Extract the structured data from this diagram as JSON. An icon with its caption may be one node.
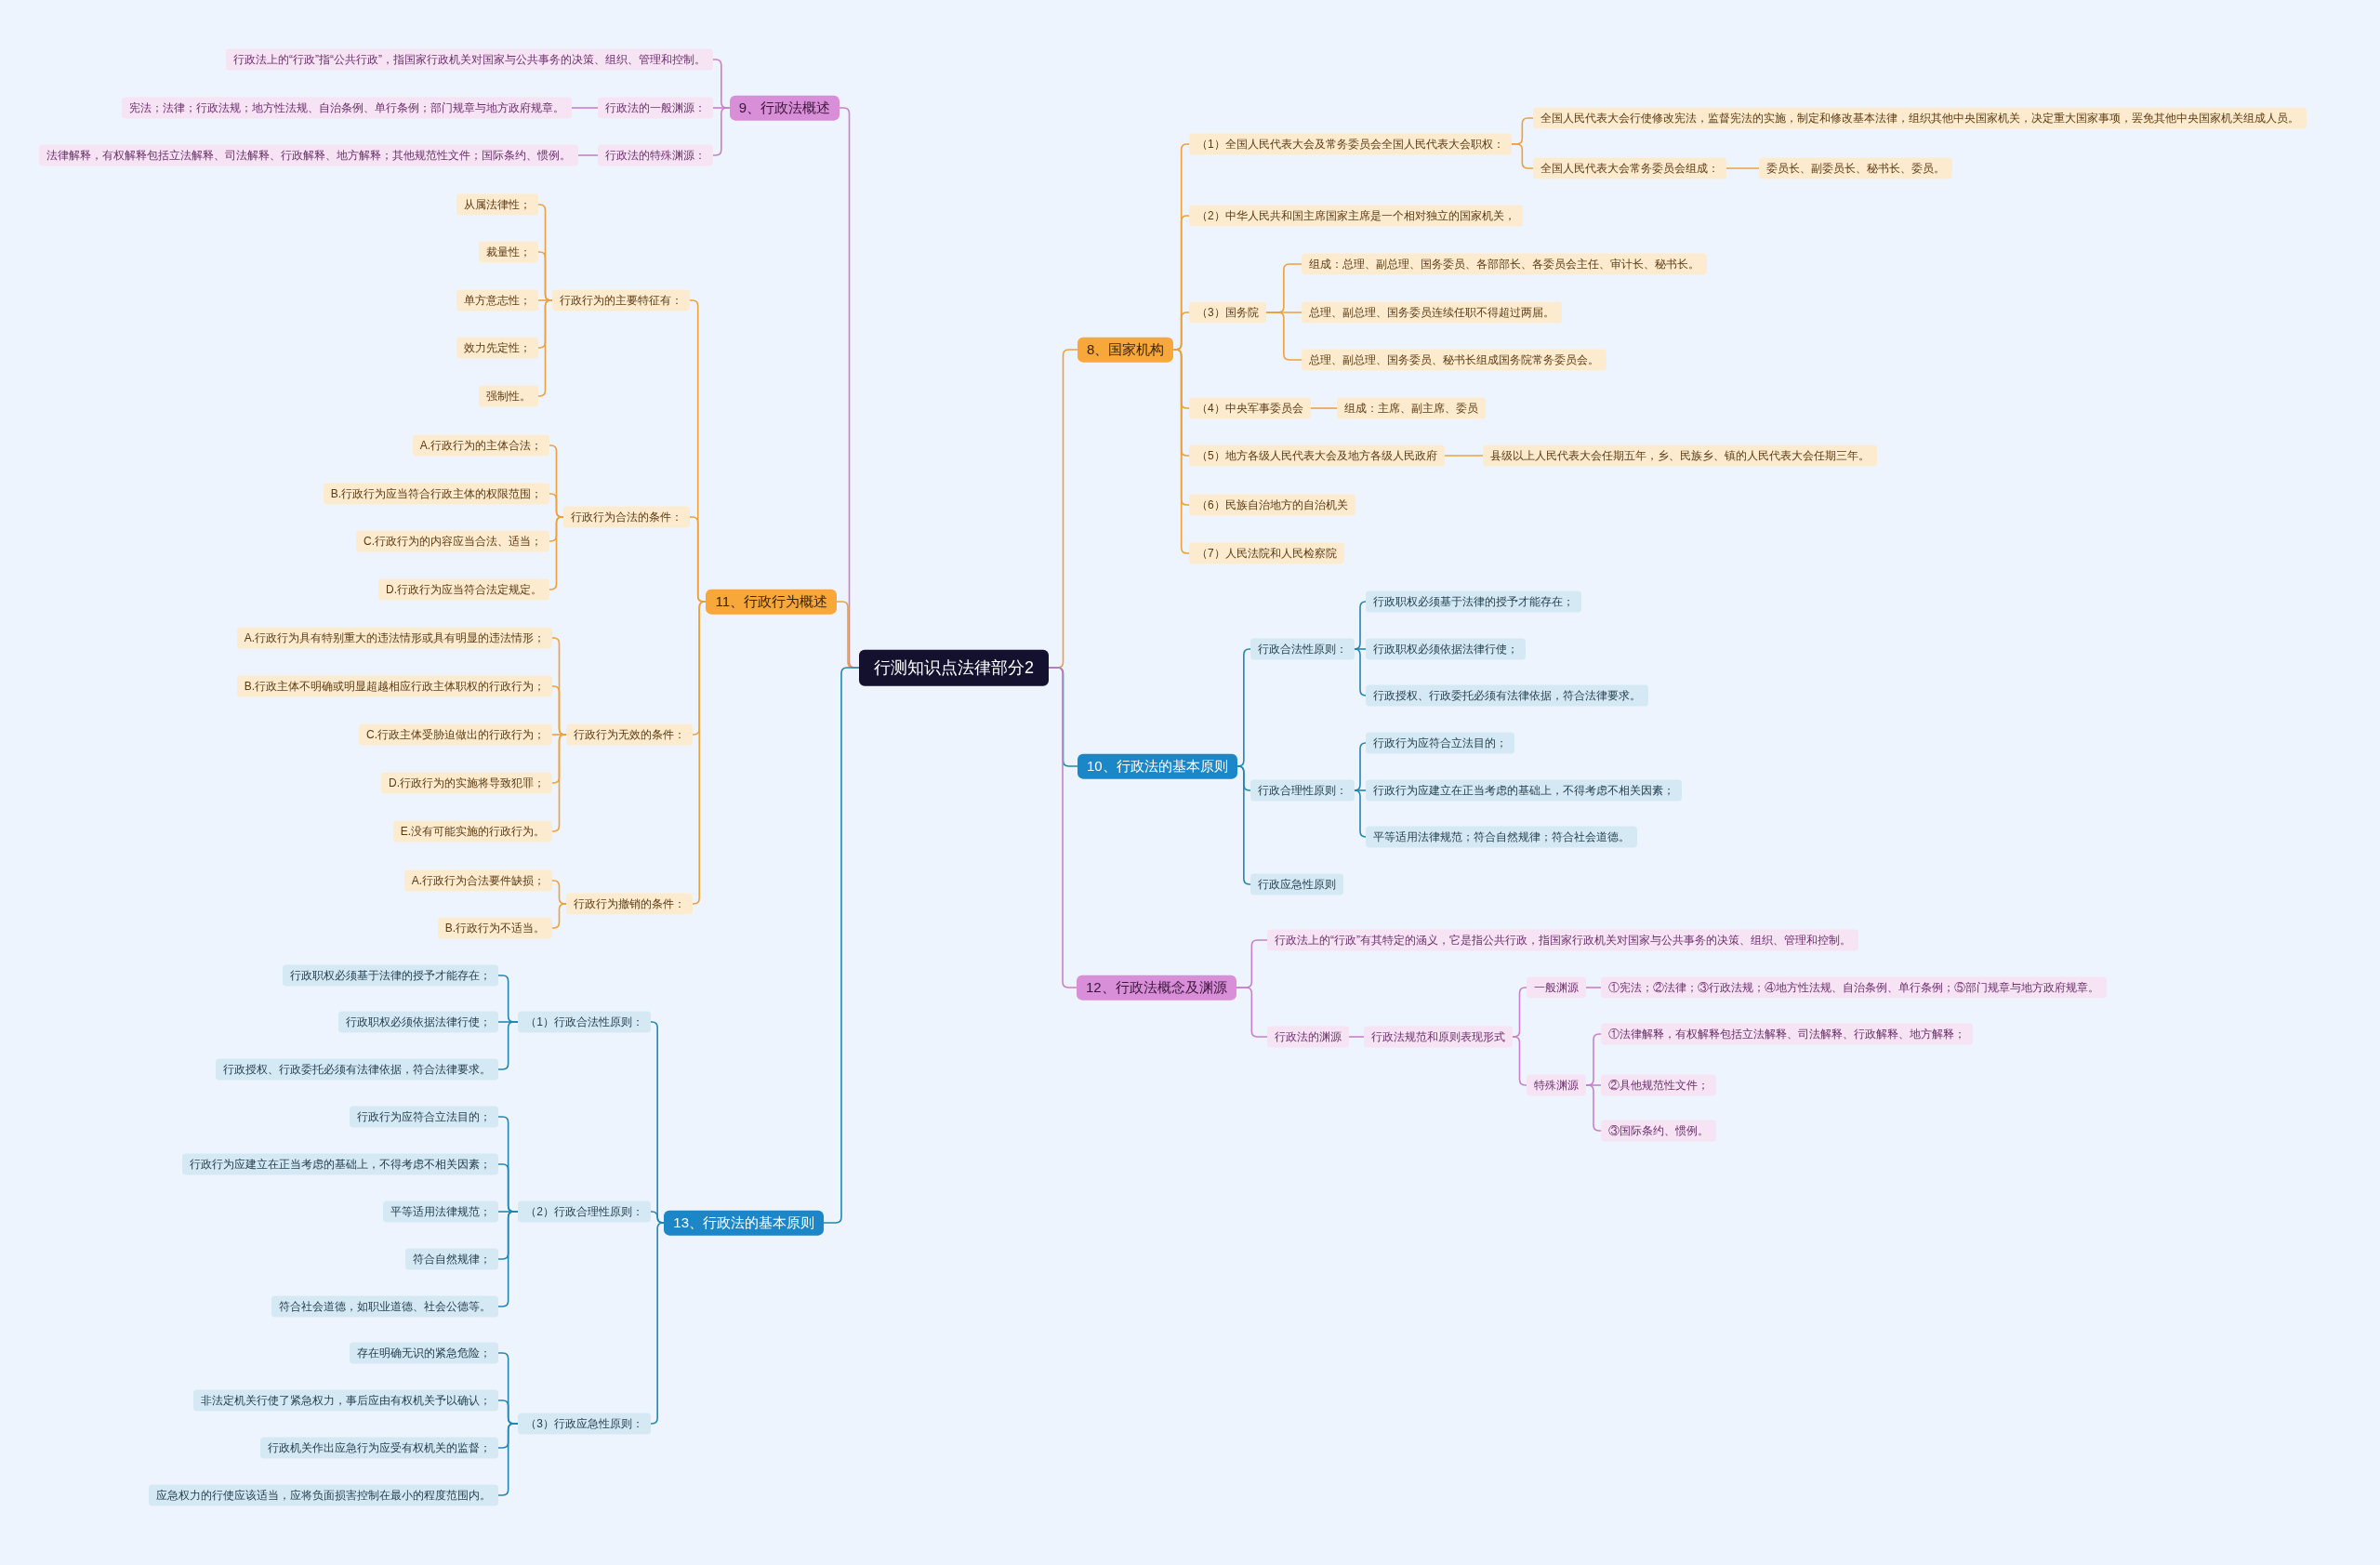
{
  "diagram": {
    "nodes": [
      {
        "text": [
          "行测知识点法律部分2"
        ]
      },
      {
        "text": [
          "8、国家机构"
        ]
      },
      {
        "text": [
          "（1）全国人民代表大会及常务委员会全国人民代表大会职权："
        ]
      },
      {
        "text": [
          "全国人民代表大会行使修改宪法，监督宪法的实施，制定和修改基本法律，组织其他中央国家机关，决定重大国家事项，罢免其他中央国家机关组成人员。"
        ]
      },
      {
        "text": [
          "全国人民代表大会常务委员会组成："
        ]
      },
      {
        "text": [
          "委员长、副委员长、秘书长、委员。"
        ]
      },
      {
        "text": [
          "（2）中华人民共和国主席国家主席是一个相对独立的国家机关，"
        ]
      },
      {
        "text": [
          "（3）国务院"
        ]
      },
      {
        "text": [
          "组成：总理、副总理、国务委员、各部部长、各委员会主任、审计长、秘书长。"
        ]
      },
      {
        "text": [
          "总理、副总理、国务委员连续任职不得超过两届。"
        ]
      },
      {
        "text": [
          "总理、副总理、国务委员、秘书长组成国务院常务委员会。"
        ]
      },
      {
        "text": [
          "（4）中央军事委员会"
        ]
      },
      {
        "text": [
          "组成：主席、副主席、委员"
        ]
      },
      {
        "text": [
          "（5）地方各级人民代表大会及地方各级人民政府"
        ]
      },
      {
        "text": [
          "县级以上人民代表大会任期五年，乡、民族乡、镇的人民代表大会任期三年。"
        ]
      },
      {
        "text": [
          "（6）民族自治地方的自治机关"
        ]
      },
      {
        "text": [
          "（7）人民法院和人民检察院"
        ]
      },
      {
        "text": [
          "9、行政法概述"
        ]
      },
      {
        "text": [
          "行政法上的“行政”指“公共行政”，指国家行政机关对国家与公共事务的决策、组织、管理和控制。"
        ]
      },
      {
        "text": [
          "行政法的一般渊源："
        ]
      },
      {
        "text": [
          "宪法；法律；行政法规；地方性法规、自治条例、单行条例；部门规章与地方政府规章。"
        ]
      },
      {
        "text": [
          "行政法的特殊渊源："
        ]
      },
      {
        "text": [
          "法律解释，有权解释包括立法解释、司法解释、行政解释、地方解释；其他规范性文件；国际条约、惯例。"
        ]
      },
      {
        "text": [
          "10、行政法的基本原则"
        ]
      },
      {
        "text": [
          "行政合法性原则："
        ]
      },
      {
        "text": [
          "行政职权必须基于法律的授予才能存在；"
        ]
      },
      {
        "text": [
          "行政职权必须依据法律行使；"
        ]
      },
      {
        "text": [
          "行政授权、行政委托必须有法律依据，符合法律要求。"
        ]
      },
      {
        "text": [
          "行政合理性原则："
        ]
      },
      {
        "text": [
          "行政行为应符合立法目的；"
        ]
      },
      {
        "text": [
          "行政行为应建立在正当考虑的基础上，不得考虑不相关因素；"
        ]
      },
      {
        "text": [
          "平等适用法律规范；符合自然规律；符合社会道德。"
        ]
      },
      {
        "text": [
          "行政应急性原则"
        ]
      },
      {
        "text": [
          "11、行政行为概述"
        ]
      },
      {
        "text": [
          "行政行为的主要特征有："
        ]
      },
      {
        "text": [
          "从属法律性；"
        ]
      },
      {
        "text": [
          "裁量性；"
        ]
      },
      {
        "text": [
          "单方意志性；"
        ]
      },
      {
        "text": [
          "效力先定性；"
        ]
      },
      {
        "text": [
          "强制性。"
        ]
      },
      {
        "text": [
          "行政行为合法的条件："
        ]
      },
      {
        "text": [
          "A.行政行为的主体合法；"
        ]
      },
      {
        "text": [
          "B.行政行为应当符合行政主体的权限范围；"
        ]
      },
      {
        "text": [
          "C.行政行为的内容应当合法、适当；"
        ]
      },
      {
        "text": [
          "D.行政行为应当符合法定规定。"
        ]
      },
      {
        "text": [
          "行政行为无效的条件："
        ]
      },
      {
        "text": [
          "A.行政行为具有特别重大的违法情形或具有明显的违法情形；"
        ]
      },
      {
        "text": [
          "B.行政主体不明确或明显超越相应行政主体职权的行政行为；"
        ]
      },
      {
        "text": [
          "C.行政主体受胁迫做出的行政行为；"
        ]
      },
      {
        "text": [
          "D.行政行为的实施将导致犯罪；"
        ]
      },
      {
        "text": [
          "E.没有可能实施的行政行为。"
        ]
      },
      {
        "text": [
          "行政行为撤销的条件："
        ]
      },
      {
        "text": [
          "A.行政行为合法要件缺损；"
        ]
      },
      {
        "text": [
          "B.行政行为不适当。"
        ]
      },
      {
        "text": [
          "12、行政法概念及渊源"
        ]
      },
      {
        "text": [
          "行政法上的“行政”有其特定的涵义，它是指公共行政，指国家行政机关对国家与公共事务的决策、组织、管理和控制。"
        ]
      },
      {
        "text": [
          "行政法的渊源"
        ]
      },
      {
        "text": [
          "行政法规范和原则表现形式"
        ]
      },
      {
        "text": [
          "一般渊源"
        ]
      },
      {
        "text": [
          "①宪法；②法律；③行政法规；④地方性法规、自治条例、单行条例；⑤部门规章与地方政府规章。"
        ]
      },
      {
        "text": [
          "特殊渊源"
        ]
      },
      {
        "text": [
          "①法律解释，有权解释包括立法解释、司法解释、行政解释、地方解释；"
        ]
      },
      {
        "text": [
          "②具他规范性文件；"
        ]
      },
      {
        "text": [
          "③国际条约、惯例。"
        ]
      },
      {
        "text": [
          "13、行政法的基本原则"
        ]
      },
      {
        "text": [
          "（1）行政合法性原则："
        ]
      },
      {
        "text": [
          "行政职权必须基于法律的授予才能存在；"
        ]
      },
      {
        "text": [
          "行政职权必须依据法律行使；"
        ]
      },
      {
        "text": [
          "行政授权、行政委托必须有法律依据，符合法律要求。"
        ]
      },
      {
        "text": [
          "（2）行政合理性原则："
        ]
      },
      {
        "text": [
          "行政行为应符合立法目的；"
        ]
      },
      {
        "text": [
          "行政行为应建立在正当考虑的基础上，不得考虑不相关因素；"
        ]
      },
      {
        "text": [
          "平等适用法律规范；"
        ]
      },
      {
        "text": [
          "符合自然规律；"
        ]
      },
      {
        "text": [
          "符合社会道德，如职业道德、社会公德等。"
        ]
      },
      {
        "text": [
          "（3）行政应急性原则："
        ]
      },
      {
        "text": [
          "存在明确无识的紧急危险；"
        ]
      },
      {
        "text": [
          "非法定机关行使了紧急权力，事后应由有权机关予以确认；"
        ]
      },
      {
        "text": [
          "行政机关作出应急行为应受有权机关的监督；"
        ]
      },
      {
        "text": [
          "应急权力的行使应该适当，应将负面损害控制在最小的程度范围内。"
        ]
      }
    ],
    "edges": [
      {
        "from": 0,
        "to": 1,
        "arrow": "none"
      },
      {
        "from": 1,
        "to": 2,
        "arrow": "none"
      },
      {
        "from": 2,
        "to": 3,
        "arrow": "none"
      },
      {
        "from": 2,
        "to": 4,
        "arrow": "none"
      },
      {
        "from": 4,
        "to": 5,
        "arrow": "none"
      },
      {
        "from": 1,
        "to": 6,
        "arrow": "none"
      },
      {
        "from": 1,
        "to": 7,
        "arrow": "none"
      },
      {
        "from": 7,
        "to": 8,
        "arrow": "none"
      },
      {
        "from": 7,
        "to": 9,
        "arrow": "none"
      },
      {
        "from": 7,
        "to": 10,
        "arrow": "none"
      },
      {
        "from": 1,
        "to": 11,
        "arrow": "none"
      },
      {
        "from": 11,
        "to": 12,
        "arrow": "none"
      },
      {
        "from": 1,
        "to": 13,
        "arrow": "none"
      },
      {
        "from": 13,
        "to": 14,
        "arrow": "none"
      },
      {
        "from": 1,
        "to": 15,
        "arrow": "none"
      },
      {
        "from": 1,
        "to": 16,
        "arrow": "none"
      },
      {
        "from": 0,
        "to": 17,
        "arrow": "none",
        "color": "#c97fcb"
      },
      {
        "from": 17,
        "to": 18,
        "arrow": "none",
        "color": "#c97fcb"
      },
      {
        "from": 17,
        "to": 19,
        "arrow": "none",
        "color": "#c97fcb"
      },
      {
        "from": 19,
        "to": 20,
        "arrow": "none",
        "color": "#c97fcb"
      },
      {
        "from": 17,
        "to": 21,
        "arrow": "none",
        "color": "#c97fcb"
      },
      {
        "from": 21,
        "to": 22,
        "arrow": "none",
        "color": "#c97fcb"
      },
      {
        "from": 0,
        "to": 23,
        "arrow": "none",
        "color": "#2086b3"
      },
      {
        "from": 23,
        "to": 24,
        "arrow": "none",
        "color": "#2086b3"
      },
      {
        "from": 24,
        "to": 25,
        "arrow": "none",
        "color": "#2086b3"
      },
      {
        "from": 24,
        "to": 26,
        "arrow": "none",
        "color": "#2086b3"
      },
      {
        "from": 24,
        "to": 27,
        "arrow": "none",
        "color": "#2086b3"
      },
      {
        "from": 23,
        "to": 28,
        "arrow": "none",
        "color": "#2086b3"
      },
      {
        "from": 28,
        "to": 29,
        "arrow": "none",
        "color": "#2086b3"
      },
      {
        "from": 28,
        "to": 30,
        "arrow": "none",
        "color": "#2086b3"
      },
      {
        "from": 28,
        "to": 31,
        "arrow": "none",
        "color": "#2086b3"
      },
      {
        "from": 23,
        "to": 32,
        "arrow": "none",
        "color": "#2086b3"
      },
      {
        "from": 0,
        "to": 33,
        "arrow": "none"
      },
      {
        "from": 33,
        "to": 34,
        "arrow": "none"
      },
      {
        "from": 34,
        "to": 35,
        "arrow": "none"
      },
      {
        "from": 34,
        "to": 36,
        "arrow": "none"
      },
      {
        "from": 34,
        "to": 37,
        "arrow": "none"
      },
      {
        "from": 34,
        "to": 38,
        "arrow": "none"
      },
      {
        "from": 34,
        "to": 39,
        "arrow": "none"
      },
      {
        "from": 33,
        "to": 40,
        "arrow": "none"
      },
      {
        "from": 40,
        "to": 41,
        "arrow": "none"
      },
      {
        "from": 40,
        "to": 42,
        "arrow": "none"
      },
      {
        "from": 40,
        "to": 43,
        "arrow": "none"
      },
      {
        "from": 40,
        "to": 44,
        "arrow": "none"
      },
      {
        "from": 33,
        "to": 45,
        "arrow": "none"
      },
      {
        "from": 45,
        "to": 46,
        "arrow": "none"
      },
      {
        "from": 45,
        "to": 47,
        "arrow": "none"
      },
      {
        "from": 45,
        "to": 48,
        "arrow": "none"
      },
      {
        "from": 45,
        "to": 49,
        "arrow": "none"
      },
      {
        "from": 45,
        "to": 50,
        "arrow": "none"
      },
      {
        "from": 33,
        "to": 51,
        "arrow": "none"
      },
      {
        "from": 51,
        "to": 52,
        "arrow": "none"
      },
      {
        "from": 51,
        "to": 53,
        "arrow": "none"
      },
      {
        "from": 0,
        "to": 54,
        "arrow": "none",
        "color": "#c97fcb"
      },
      {
        "from": 54,
        "to": 55,
        "arrow": "none",
        "color": "#c97fcb"
      },
      {
        "from": 54,
        "to": 56,
        "arrow": "none",
        "color": "#c97fcb"
      },
      {
        "from": 56,
        "to": 57,
        "arrow": "none",
        "color": "#c97fcb"
      },
      {
        "from": 57,
        "to": 58,
        "arrow": "none",
        "color": "#c97fcb"
      },
      {
        "from": 58,
        "to": 59,
        "arrow": "none",
        "color": "#c97fcb"
      },
      {
        "from": 57,
        "to": 60,
        "arrow": "none",
        "color": "#c97fcb"
      },
      {
        "from": 60,
        "to": 61,
        "arrow": "none",
        "color": "#c97fcb"
      },
      {
        "from": 60,
        "to": 62,
        "arrow": "none",
        "color": "#c97fcb"
      },
      {
        "from": 60,
        "to": 63,
        "arrow": "none",
        "color": "#c97fcb"
      },
      {
        "from": 0,
        "to": 64,
        "arrow": "none",
        "color": "#2086b3"
      },
      {
        "from": 64,
        "to": 65,
        "arrow": "none",
        "color": "#2086b3"
      },
      {
        "from": 65,
        "to": 66,
        "arrow": "none",
        "color": "#2086b3"
      },
      {
        "from": 65,
        "to": 67,
        "arrow": "none",
        "color": "#2086b3"
      },
      {
        "from": 65,
        "to": 68,
        "arrow": "none",
        "color": "#2086b3"
      },
      {
        "from": 64,
        "to": 69,
        "arrow": "none",
        "color": "#2086b3"
      },
      {
        "from": 69,
        "to": 70,
        "arrow": "none",
        "color": "#2086b3"
      },
      {
        "from": 69,
        "to": 71,
        "arrow": "none",
        "color": "#2086b3"
      },
      {
        "from": 69,
        "to": 72,
        "arrow": "none",
        "color": "#2086b3"
      },
      {
        "from": 69,
        "to": 73,
        "arrow": "none",
        "color": "#2086b3"
      },
      {
        "from": 69,
        "to": 74,
        "arrow": "none",
        "color": "#2086b3"
      },
      {
        "from": 64,
        "to": 75,
        "arrow": "none",
        "color": "#2086b3"
      },
      {
        "from": 75,
        "to": 76,
        "arrow": "none",
        "color": "#2086b3"
      },
      {
        "from": 75,
        "to": 77,
        "arrow": "none",
        "color": "#2086b3"
      },
      {
        "from": 75,
        "to": 78,
        "arrow": "none",
        "color": "#2086b3"
      },
      {
        "from": 75,
        "to": 79,
        "arrow": "none",
        "color": "#2086b3"
      }
    ]
  }
}
